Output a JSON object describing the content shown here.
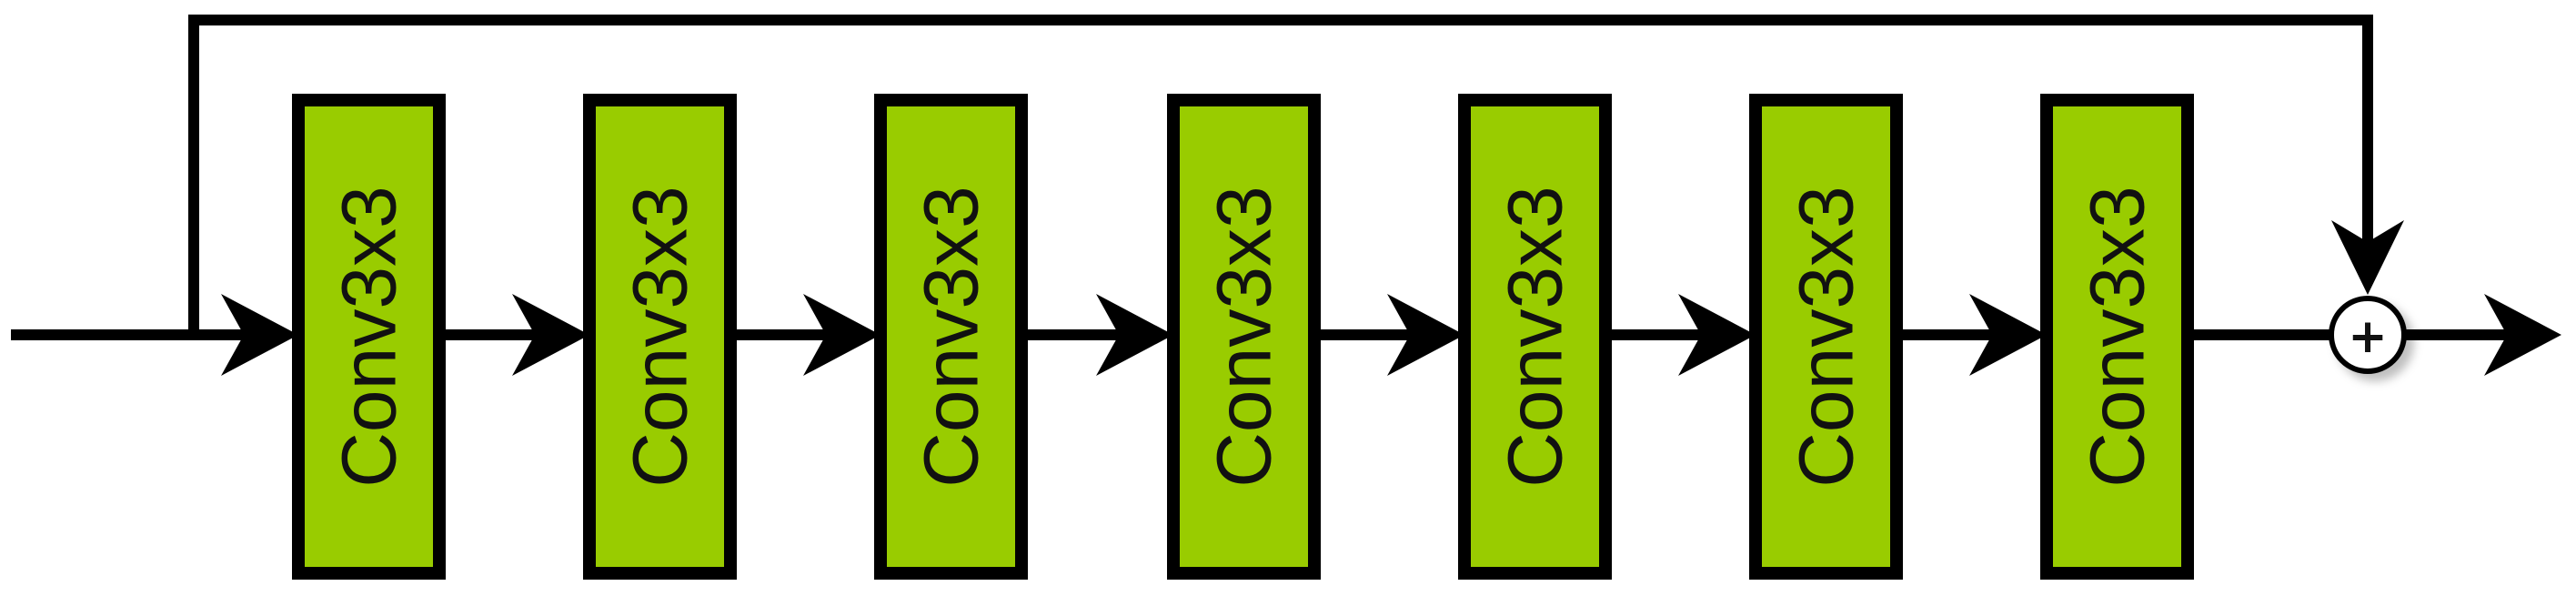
{
  "diagram": {
    "blocks": [
      {
        "label": "Conv3x3"
      },
      {
        "label": "Conv3x3"
      },
      {
        "label": "Conv3x3"
      },
      {
        "label": "Conv3x3"
      },
      {
        "label": "Conv3x3"
      },
      {
        "label": "Conv3x3"
      },
      {
        "label": "Conv3x3"
      }
    ],
    "sum_symbol": "+",
    "colors": {
      "block_fill": "#99cc00",
      "stroke": "#000000",
      "sum_fill": "#ffffff"
    }
  }
}
